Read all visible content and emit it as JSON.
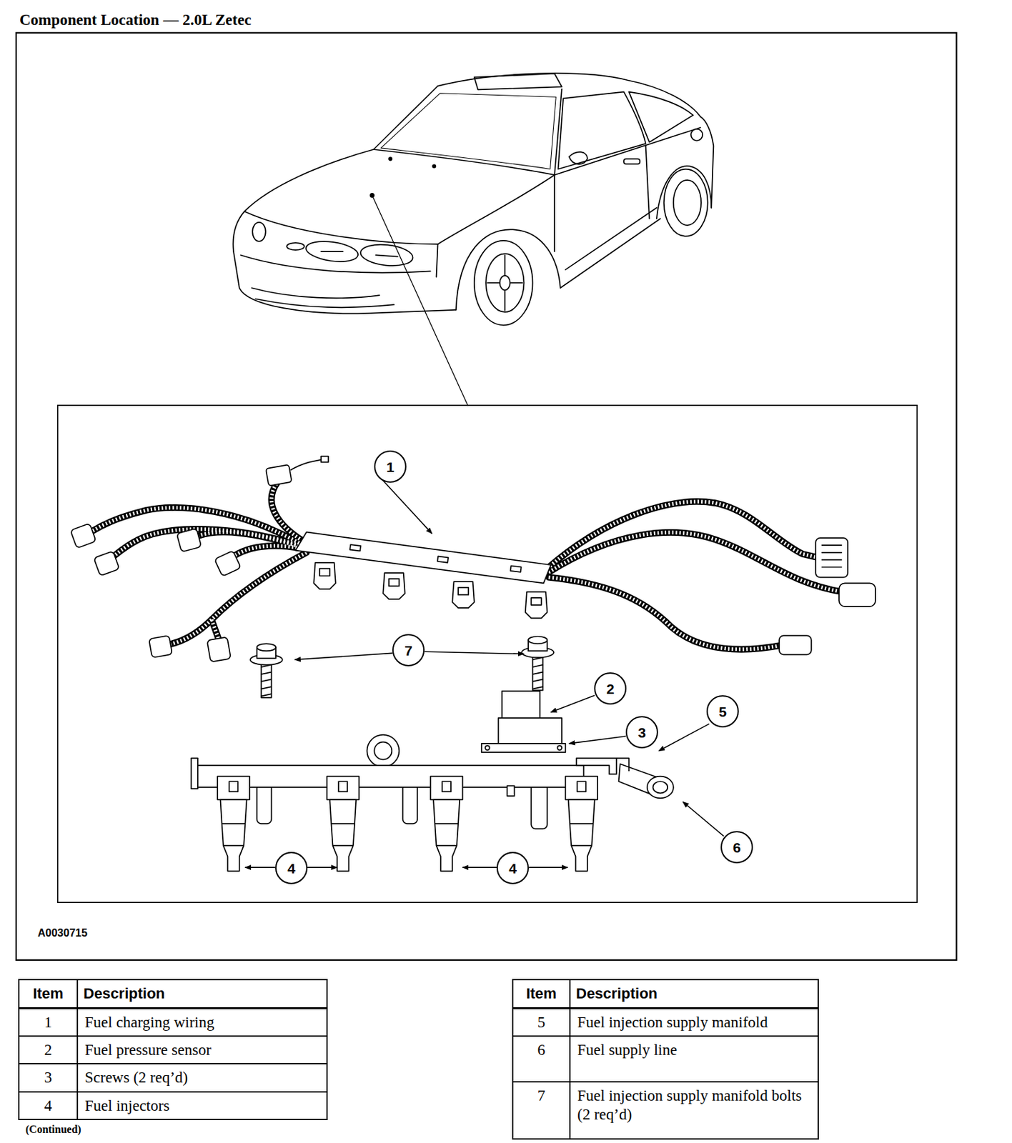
{
  "diagram": {
    "title": "Component Location — 2.0L Zetec",
    "labels": [
      "1",
      "7",
      "2",
      "3",
      "5",
      "4",
      "4",
      "6",
      "A0030715",
      "Item",
      "Description",
      "1",
      "Fuel charging wiring",
      "2",
      "Fuel pressure sensor",
      "3",
      "Screws (2 req’d)",
      "4",
      "Fuel injectors",
      "(Continued)",
      "Item",
      "Description",
      "5",
      "Fuel injection supply manifold",
      "6",
      "Fuel supply line",
      "7",
      "Fuel injection supply manifold bolts (2 req’d)"
    ]
  }
}
